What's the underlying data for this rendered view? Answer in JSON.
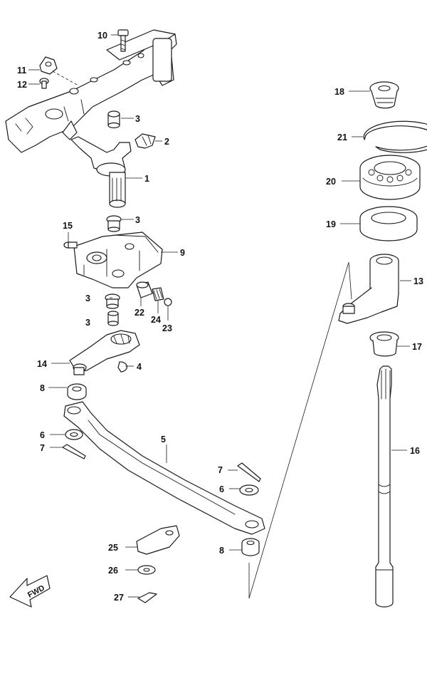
{
  "diagram": {
    "fwd_label": "FWD",
    "callouts": {
      "c1": "1",
      "c2": "2",
      "c3a": "3",
      "c3b": "3",
      "c3c": "3",
      "c3d": "3",
      "c4": "4",
      "c5": "5",
      "c6a": "6",
      "c6b": "6",
      "c7a": "7",
      "c7b": "7",
      "c8a": "8",
      "c8b": "8",
      "c9": "9",
      "c10": "10",
      "c11": "11",
      "c12": "12",
      "c13": "13",
      "c14": "14",
      "c15": "15",
      "c16": "16",
      "c17": "17",
      "c18": "18",
      "c19": "19",
      "c20": "20",
      "c21": "21",
      "c22": "22",
      "c23": "23",
      "c24": "24",
      "c25": "25",
      "c26": "26",
      "c27": "27"
    }
  }
}
